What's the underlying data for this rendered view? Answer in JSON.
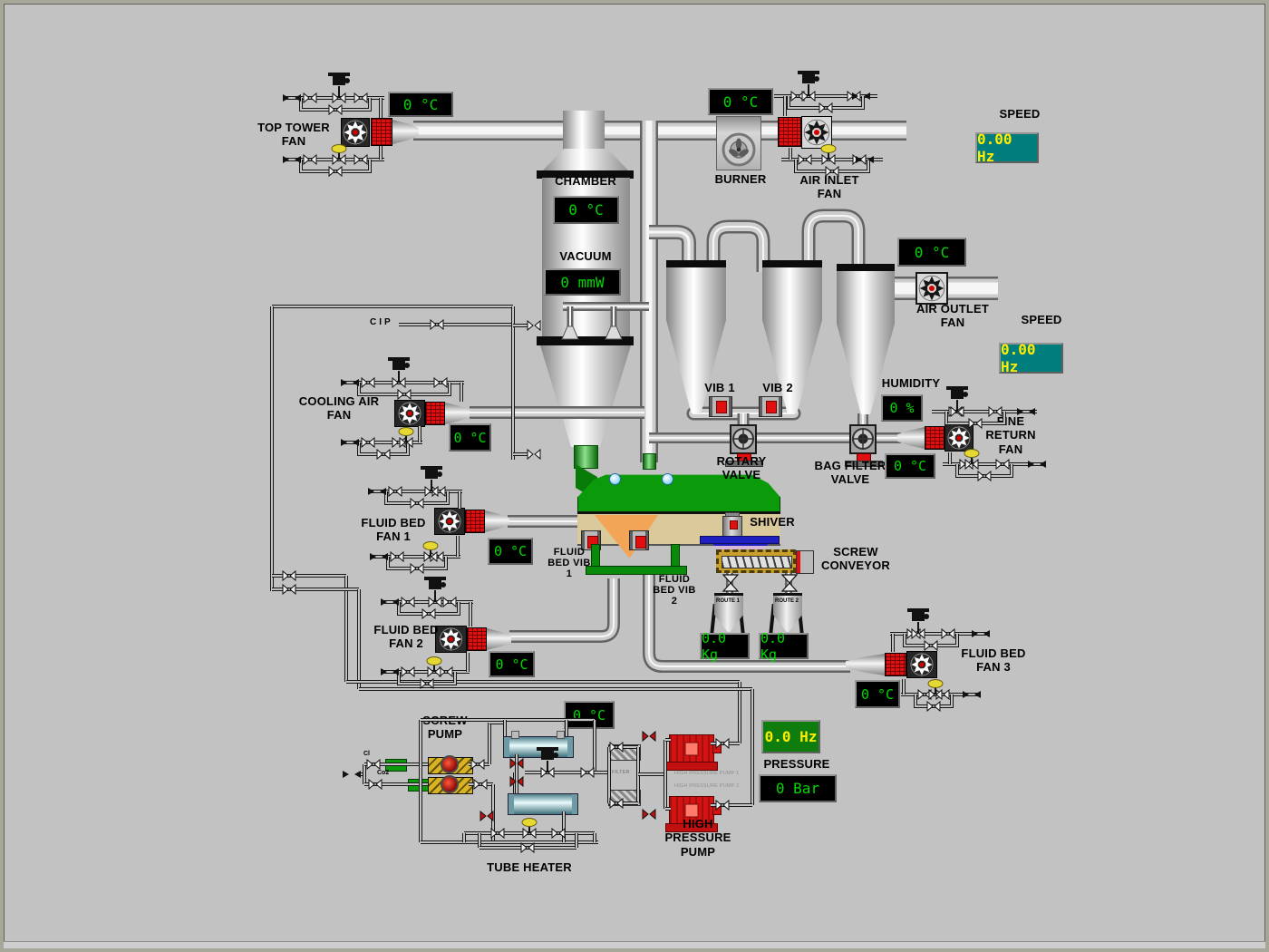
{
  "colors": {
    "canvas": "#c2c2c2",
    "display_bg": "#000000",
    "display_text": "#00d800",
    "speed_display_bg": "#007d7d",
    "speed_display_text": "#ffec00",
    "pump_speed_bg": "#0e7d0e"
  },
  "stations": {
    "top_tower_fan": {
      "label": "TOP TOWER FAN",
      "temperature": "0 °C"
    },
    "burner": {
      "label": "BURNER",
      "temperature": "0 °C"
    },
    "air_inlet_fan": {
      "label": "AIR INLET FAN"
    },
    "inlet_speed": {
      "label": "SPEED",
      "value": "0.00 Hz"
    },
    "chamber": {
      "label": "CHAMBER",
      "temperature": "0 °C",
      "vacuum_label": "VACUUM",
      "vacuum": "0 mmW"
    },
    "cip": {
      "label": "CIP"
    },
    "air_outlet_fan": {
      "label": "AIR OUTLET FAN",
      "temperature": "0 °C"
    },
    "outlet_speed": {
      "label": "SPEED",
      "value": "0.00 Hz"
    },
    "cooling_air_fan": {
      "label": "COOLING AIR FAN",
      "temperature": "0 °C"
    },
    "vib_1": {
      "label": "VIB 1"
    },
    "vib_2": {
      "label": "VIB 2"
    },
    "rotary_valve": {
      "label": "ROTARY VALVE"
    },
    "bag_filter_valve": {
      "label": "BAG FILTER VALVE"
    },
    "humidity": {
      "label": "HUMIDITY",
      "value": "0 %"
    },
    "fine_return_fan": {
      "label": "FINE RETURN FAN",
      "temperature": "0 °C"
    },
    "fluid_bed_fan_1": {
      "label": "FLUID BED FAN 1",
      "temperature": "0 °C"
    },
    "fluid_bed_fan_2": {
      "label": "FLUID BED FAN 2",
      "temperature": "0 °C"
    },
    "fluid_bed_fan_3": {
      "label": "FLUID BED FAN 3",
      "temperature": "0 °C"
    },
    "fluid_bed_vib_1": {
      "label": "FLUID BED VIB 1"
    },
    "fluid_bed_vib_2": {
      "label": "FLUID BED VIB 2"
    },
    "shiver": {
      "label": "SHIVER"
    },
    "screw_conveyor": {
      "label": "SCREW CONVEYOR"
    },
    "scale_1": {
      "label": "ROUTE 1",
      "weight": "0.0 Kg"
    },
    "scale_2": {
      "label": "ROUTE 2",
      "weight": "0.0 Kg"
    },
    "screw_pump": {
      "label": "SCREW PUMP",
      "feed_1": "Cl",
      "feed_2": "Co2"
    },
    "tube_heater": {
      "label": "TUBE HEATER",
      "temperature": "0 °C"
    },
    "filter": {
      "label": "FILTER"
    },
    "high_pressure_pump": {
      "label": "HIGH PRESSURE PUMP",
      "unit_1": "HIGH PRESSURE PUMP 1",
      "unit_2": "HIGH PRESSURE PUMP 2",
      "speed": "0.0 Hz",
      "pressure_label": "PRESSURE",
      "pressure": "0 Bar"
    }
  }
}
